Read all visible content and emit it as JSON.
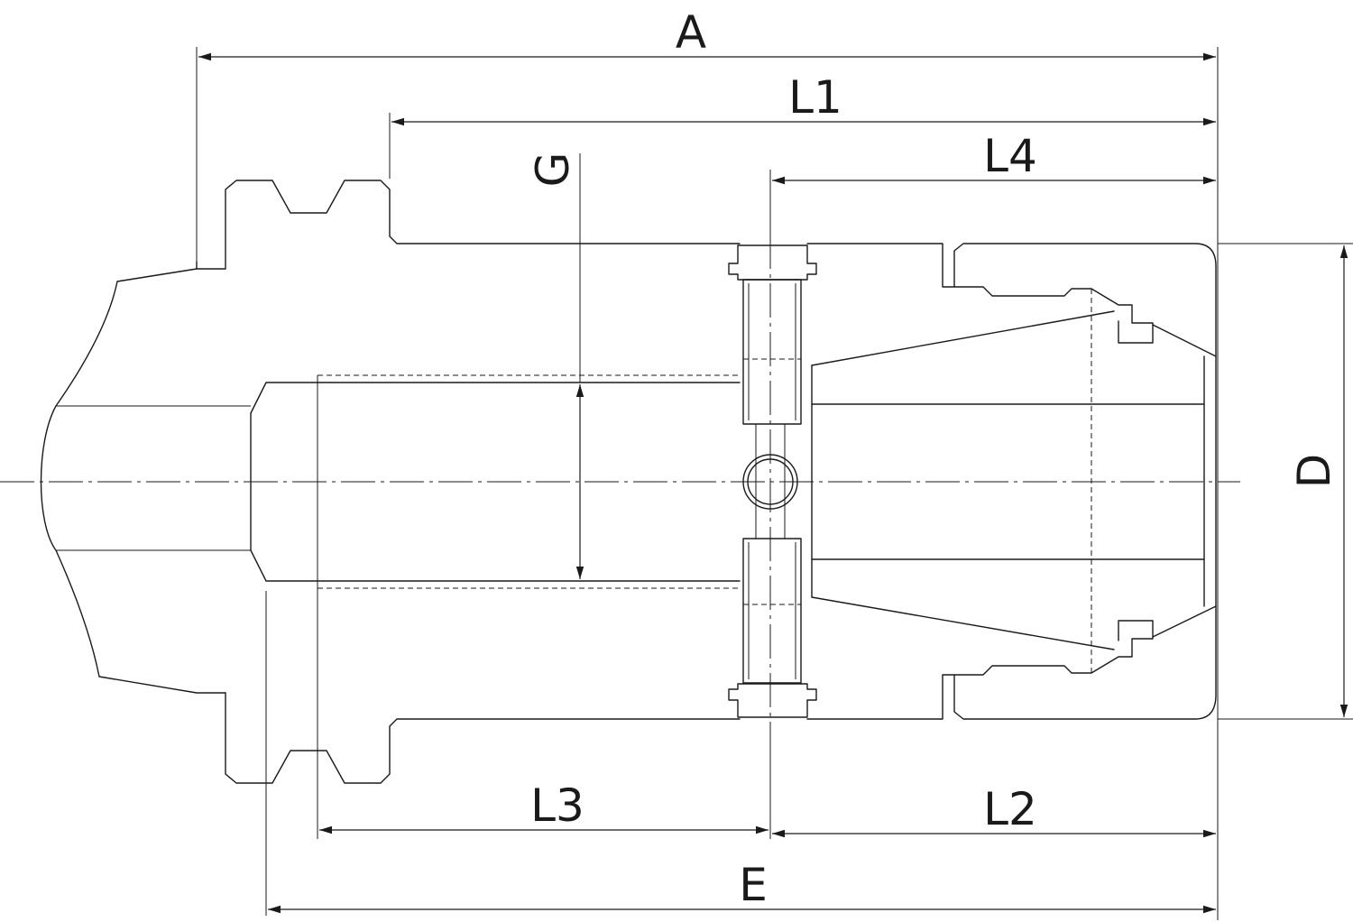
{
  "labels": {
    "A": "A",
    "L1": "L1",
    "L4": "L4",
    "G": "G",
    "D": "D",
    "L3": "L3",
    "L2": "L2",
    "E": "E"
  },
  "colors": {
    "line": "#1a1a1a",
    "background": "#ffffff"
  }
}
